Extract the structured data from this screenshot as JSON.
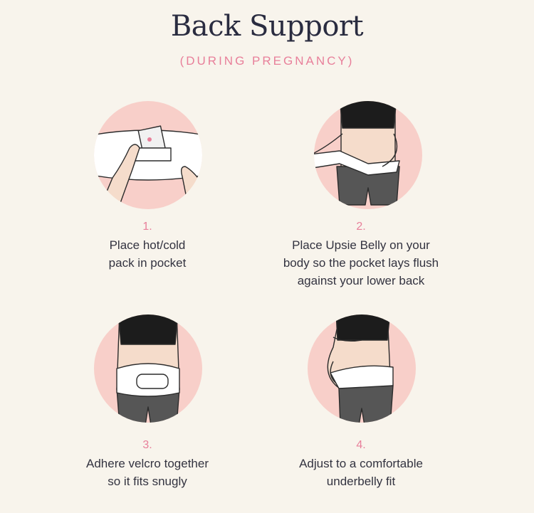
{
  "header": {
    "title": "Back Support",
    "subtitle": "(DURING PREGNANCY)"
  },
  "colors": {
    "background": "#f8f4ec",
    "accent": "#e87f9a",
    "circle": "#f8cfc9",
    "title": "#2a2c40"
  },
  "steps": [
    {
      "number": "1.",
      "text": "Place hot/cold\npack in pocket",
      "illustration": "hands-inserting-pack-illustration"
    },
    {
      "number": "2.",
      "text": "Place Upsie Belly on your\nbody so the pocket lays flush\nagainst your lower back",
      "illustration": "woman-wrapping-belt-illustration"
    },
    {
      "number": "3.",
      "text": "Adhere velcro together\nso it fits snugly",
      "illustration": "woman-velcro-belt-illustration"
    },
    {
      "number": "4.",
      "text": "Adjust to a comfortable\nunderbelly fit",
      "illustration": "pregnant-woman-belt-illustration"
    }
  ]
}
